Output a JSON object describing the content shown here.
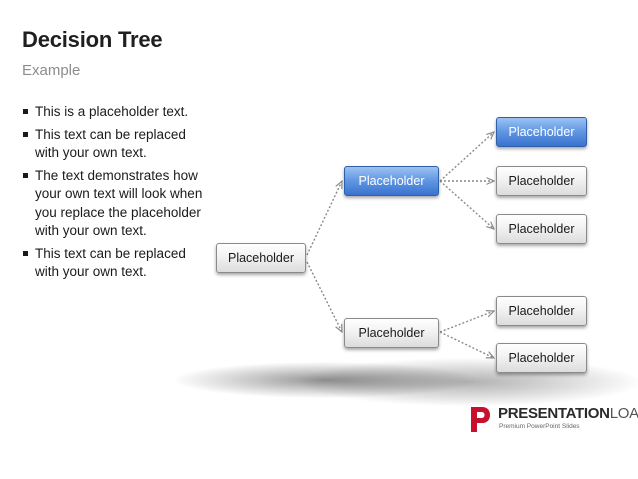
{
  "slide": {
    "title": "Decision Tree",
    "subtitle": "Example"
  },
  "bullets": [
    "This is a placeholder text.",
    "This text can be replaced with your own text.",
    "The text demonstrates how your own text will look when you replace the placeholder with your own text.",
    "This text can be replaced with your own text."
  ],
  "tree": {
    "root": "Placeholder",
    "branch_top": "Placeholder",
    "branch_bottom": "Placeholder",
    "leaf_1": "Placeholder",
    "leaf_2": "Placeholder",
    "leaf_3": "Placeholder",
    "leaf_4": "Placeholder",
    "leaf_5": "Placeholder"
  },
  "colors": {
    "highlight": "#4a84dc",
    "connector": "#8a8a8a",
    "logo_red": "#c8102e"
  },
  "logo": {
    "name_bold": "PRESENTATION",
    "name_light": "LOAD",
    "registered": "®",
    "tagline": "Premium PowerPoint Slides"
  }
}
